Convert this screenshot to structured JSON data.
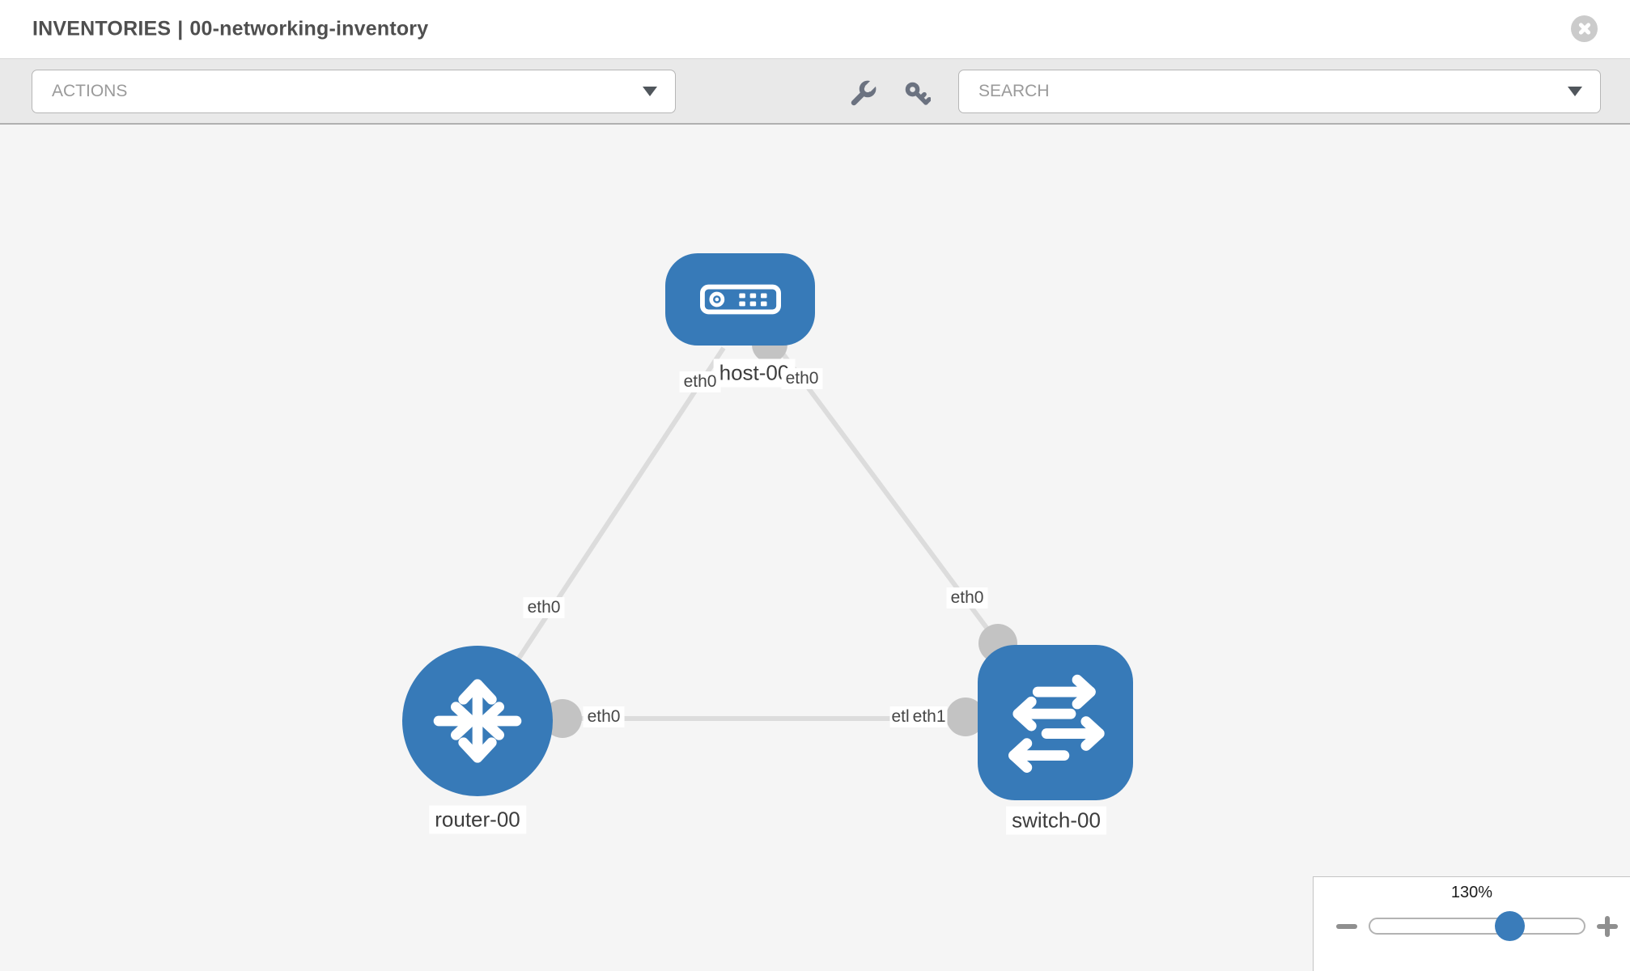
{
  "header": {
    "title_primary": "INVENTORIES",
    "title_separator": "|",
    "title_secondary": "00-networking-inventory"
  },
  "toolbar": {
    "actions_placeholder": "ACTIONS",
    "search_placeholder": "SEARCH",
    "icons": [
      "wrench-icon",
      "key-icon"
    ]
  },
  "zoom_control": {
    "level": "130%"
  },
  "diagram": {
    "nodes": [
      {
        "label": "host-00",
        "type": "host",
        "icon": "server-icon"
      },
      {
        "label": "router-00",
        "type": "router",
        "icon": "router-arrows-icon"
      },
      {
        "label": "switch-00",
        "type": "switch",
        "icon": "switch-arrows-icon"
      }
    ],
    "links": [
      {
        "from": "host-00",
        "to": "router-00",
        "interfaces": [
          "eth0",
          "eth0"
        ]
      },
      {
        "from": "host-00",
        "to": "switch-00",
        "interfaces": [
          "eth0",
          "eth0"
        ]
      },
      {
        "from": "router-00",
        "to": "switch-00",
        "interfaces": [
          "eth0",
          "eth1"
        ],
        "overlap_fragment": "etl"
      }
    ]
  },
  "colors": {
    "node_blue": "#377ab8",
    "link_gray": "#dcdcdc",
    "port_gray": "#c3c3c3",
    "canvas_bg": "#f5f5f5",
    "toolbar_bg": "#e9e9e9",
    "slider_thumb": "#3a7cba"
  }
}
